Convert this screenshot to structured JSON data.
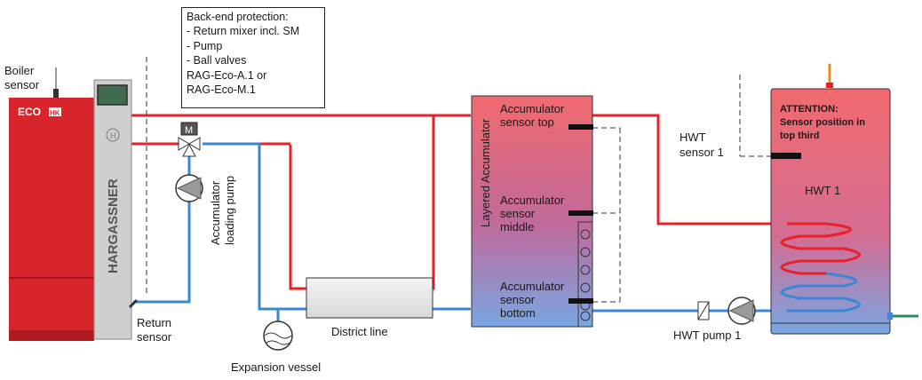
{
  "colors": {
    "supply": "#e8202a",
    "return": "#3b86d6",
    "boiler": "#d7252b",
    "panel": "#c8c8c8",
    "accumulator_top": "#f26a6e",
    "accumulator_bottom": "#79a6e3",
    "coil_hot": "#e8202a",
    "coil_cold": "#3b86d6",
    "drain": "#2e8b57"
  },
  "boiler": {
    "brand_badge": "ECO",
    "brand_badge_suffix": "HK",
    "vertical_brand": "HARGASSNER",
    "h_logo": "H"
  },
  "labels": {
    "boiler_sensor": [
      "Boiler",
      "sensor"
    ],
    "return_sensor": [
      "Return",
      "sensor"
    ],
    "accumulator_loading_pump": [
      "Accumulator",
      "loading pump"
    ],
    "expansion_vessel": "Expansion vessel",
    "district_line": "District line",
    "layered_accumulator": "Layered Accumulator",
    "accumulator_sensor_top": [
      "Accumulator",
      "sensor top"
    ],
    "accumulator_sensor_middle": [
      "Accumulator",
      "sensor",
      "middle"
    ],
    "accumulator_sensor_bottom": [
      "Accumulator",
      "sensor",
      "bottom"
    ],
    "hwt_sensor_1": [
      "HWT",
      "sensor 1"
    ],
    "hwt_pump_1": "HWT pump 1",
    "hwt_1": "HWT 1",
    "attention": [
      "ATTENTION:",
      "Sensor position in",
      "top third"
    ],
    "mixer_motor": "M"
  },
  "note_box": {
    "lines": [
      "Back-end protection:",
      "- Return mixer incl. SM",
      "- Pump",
      "- Ball valves",
      "RAG-Eco-A.1 or",
      "RAG-Eco-M.1"
    ]
  }
}
